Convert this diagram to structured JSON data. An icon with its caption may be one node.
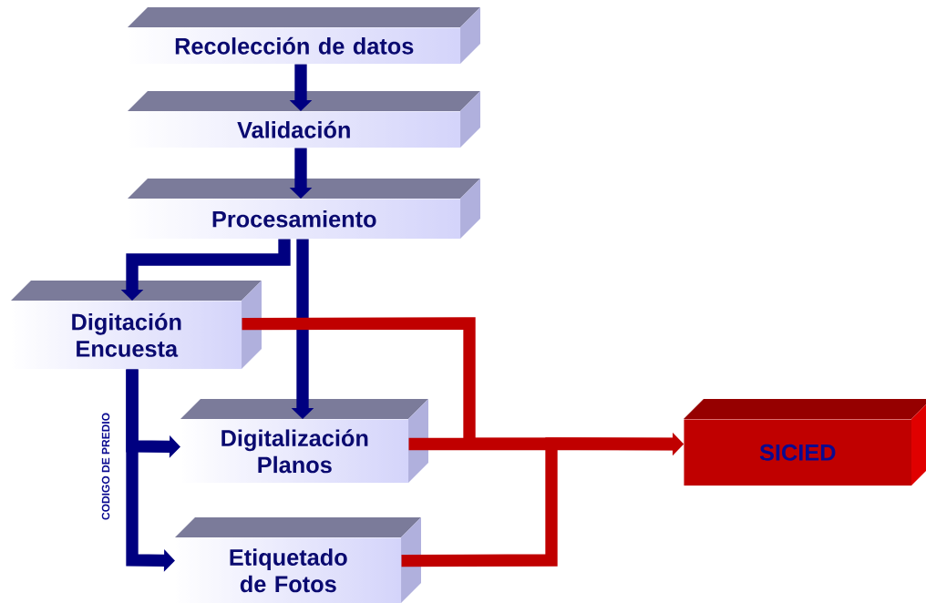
{
  "diagram": {
    "nodes": [
      {
        "text": [
          "Recolección de datos"
        ]
      },
      {
        "text": [
          "Validación"
        ]
      },
      {
        "text": [
          "Procesamiento"
        ]
      },
      {
        "text": [
          "Digitación Encuesta"
        ]
      },
      {
        "text": [
          "Digitalización Planos"
        ]
      },
      {
        "text": [
          "Etiquetado de Fotos"
        ]
      },
      {
        "text": [
          "SICIED"
        ]
      }
    ],
    "edges": [
      {
        "from": 0,
        "to": 1,
        "arrow": "to"
      },
      {
        "from": 1,
        "to": 2,
        "arrow": "to"
      },
      {
        "from": 2,
        "to": 3,
        "arrow": "to"
      },
      {
        "from": 2,
        "to": 4,
        "arrow": "to"
      },
      {
        "from": 3,
        "to": 4,
        "arrow": "to"
      },
      {
        "from": 3,
        "to": 5,
        "arrow": "to",
        "label": "CODIGO DE PREDIO"
      },
      {
        "from": 3,
        "to": 6,
        "arrow": "to",
        "color": "#c00000"
      },
      {
        "from": 4,
        "to": 6,
        "arrow": "to",
        "color": "#c00000"
      },
      {
        "from": 5,
        "to": 6,
        "arrow": "to",
        "color": "#c00000"
      }
    ]
  }
}
